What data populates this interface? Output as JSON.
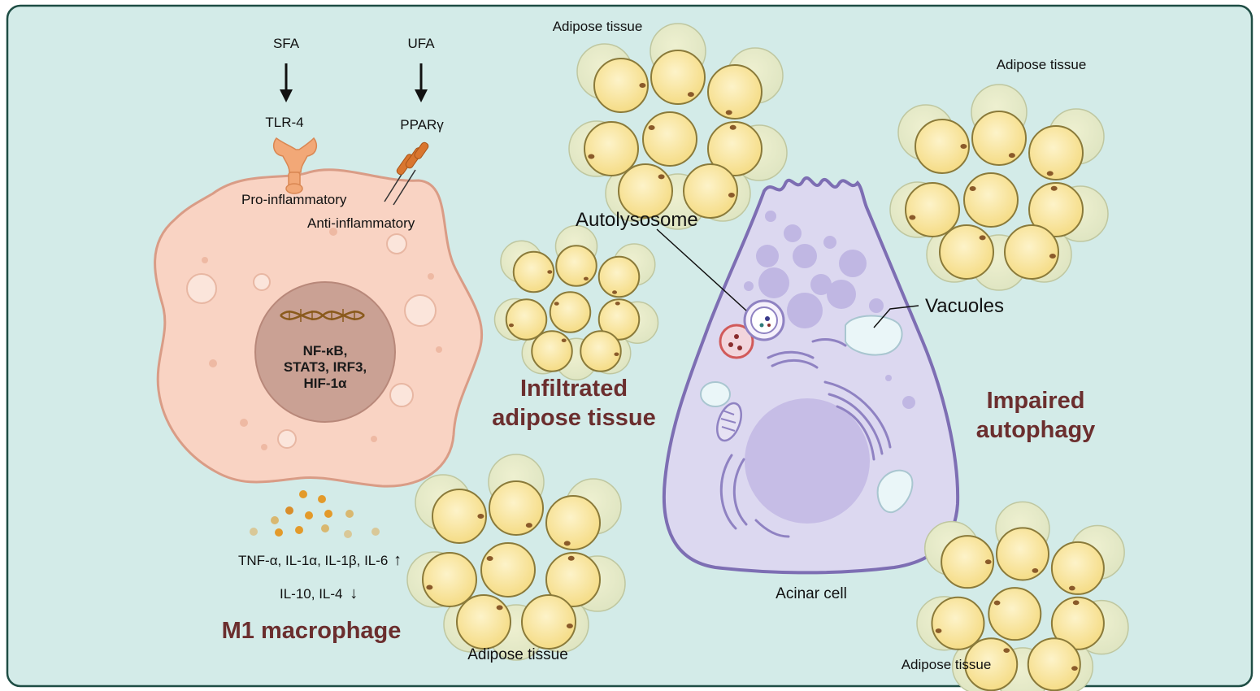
{
  "colors": {
    "background": "#d3ebe8",
    "border": "#1e4d44",
    "macrophage": "#f9d3c3",
    "nucleus": "#caa194",
    "acinar": "#dcd8f0",
    "acinar_outline": "#7d6eb3",
    "adipocyte": "#fbe9a6",
    "heading": "#6b2e2e"
  },
  "icons": [
    "tlr4-receptor-icon",
    "ppar-receptor-icon",
    "dna-helix-icon",
    "mitochondrion-icon",
    "golgi-icon",
    "cytokine-dots-icon"
  ],
  "macrophage": {
    "sfa": "SFA",
    "ufa": "UFA",
    "tlr4": "TLR-4",
    "ppar": "PPARγ",
    "pro": "Pro-inflammatory",
    "anti": "Anti-inflammatory",
    "nucleus_text": "NF-κB,\nSTAT3, IRF3,\nHIF-1α",
    "cytokines_up": "TNF-α, IL-1α, IL-1β, IL-6",
    "up_arrow": "↑",
    "cytokines_down": "IL-10, IL-4",
    "down_arrow": "↓",
    "title": "M1 macrophage"
  },
  "adipose": {
    "top": "Adipose tissue",
    "right_top": "Adipose tissue",
    "bottom_mid": "Adipose tissue",
    "bottom_right": "Adipose tissue"
  },
  "infiltrated": {
    "line1": "Infiltrated",
    "line2": "adipose tissue"
  },
  "acinar": {
    "autolysosome": "Autolysosome",
    "vacuoles": "Vacuoles",
    "cell": "Acinar cell"
  },
  "impaired": {
    "line1": "Impaired",
    "line2": "autophagy"
  }
}
